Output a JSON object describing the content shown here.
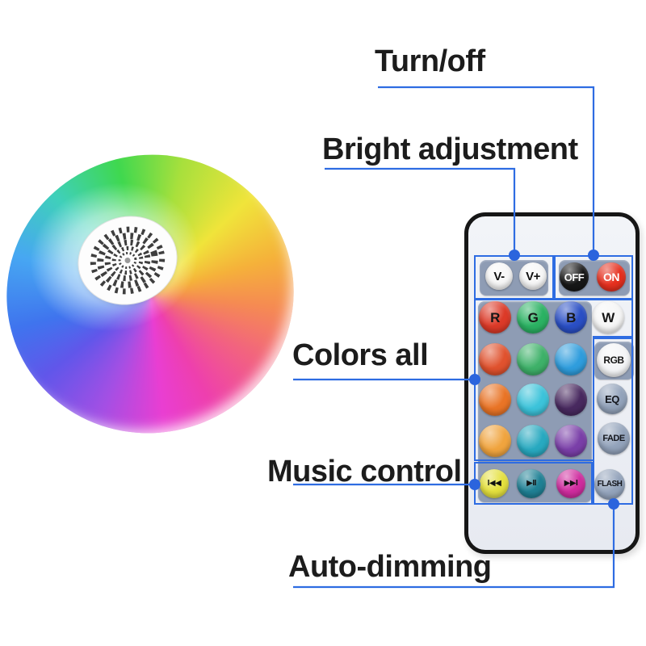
{
  "annotations": {
    "turn_off": "Turn/off",
    "bright_adjustment": "Bright adjustment",
    "colors_all": "Colors all",
    "music_control": "Music control",
    "auto_dimming": "Auto-dimming"
  },
  "colors": {
    "annotation_blue": "#2e6ce2",
    "annotation_dot_blue": "#2b64dd",
    "keypad_panel": "#8e9cb4",
    "remote_body": "#eef1f6",
    "bulb_rainbow": [
      "#3fd84f",
      "#f0e43a",
      "#f5a43c",
      "#f2647e",
      "#ee3fae",
      "#a44fe4",
      "#6156ea",
      "#3f74ee",
      "#47a7f2",
      "#3fd0ba"
    ]
  },
  "remote": {
    "keys": [
      {
        "label": "V-",
        "color": "#f7f7f7",
        "text_color": "#111111"
      },
      {
        "label": "V+",
        "color": "#f7f7f7",
        "text_color": "#111111"
      },
      {
        "label": "OFF",
        "color": "#171717",
        "text_color": "#ffffff"
      },
      {
        "label": "ON",
        "color": "#e6301f",
        "text_color": "#ffffff"
      },
      {
        "label": "R",
        "color": "#dc3a28",
        "text_color": "#161616"
      },
      {
        "label": "G",
        "color": "#2bb263",
        "text_color": "#161616"
      },
      {
        "label": "B",
        "color": "#2a4fc5",
        "text_color": "#161616"
      },
      {
        "label": "W",
        "color": "#f6f6f6",
        "text_color": "#161616"
      },
      {
        "label": "",
        "color": "#e0522e",
        "text_color": "#161616"
      },
      {
        "label": "",
        "color": "#3eb169",
        "text_color": "#161616"
      },
      {
        "label": "",
        "color": "#2f9ddd",
        "text_color": "#161616"
      },
      {
        "label": "RGB",
        "color": "#f4f5f7",
        "text_color": "#161616"
      },
      {
        "label": "",
        "color": "#e97426",
        "text_color": "#161616"
      },
      {
        "label": "",
        "color": "#3cc3da",
        "text_color": "#161616"
      },
      {
        "label": "",
        "color": "#48295f",
        "text_color": "#161616"
      },
      {
        "label": "EQ",
        "color": "#93a3bb",
        "text_color": "#14161c"
      },
      {
        "label": "",
        "color": "#f0a43e",
        "text_color": "#161616"
      },
      {
        "label": "",
        "color": "#28a9c0",
        "text_color": "#161616"
      },
      {
        "label": "",
        "color": "#7a3fa8",
        "text_color": "#161616"
      },
      {
        "label": "FADE",
        "color": "#93a3bb",
        "text_color": "#14161c"
      },
      {
        "label": "I◀◀",
        "color": "#e5e13e",
        "text_color": "#111111"
      },
      {
        "label": "▶II",
        "color": "#1f8195",
        "text_color": "#111111"
      },
      {
        "label": "▶▶I",
        "color": "#d02c9f",
        "text_color": "#111111"
      },
      {
        "label": "FLASH",
        "color": "#93a3bb",
        "text_color": "#14161c"
      }
    ]
  }
}
